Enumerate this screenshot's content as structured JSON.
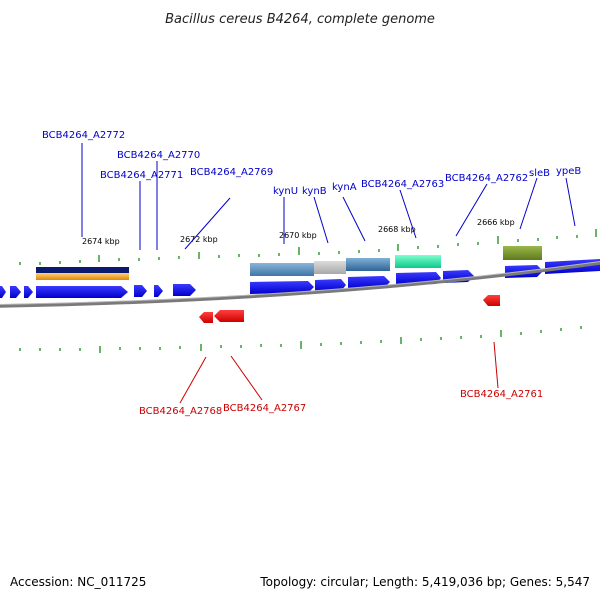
{
  "title": "Bacillus cereus B4264, complete genome",
  "footer": {
    "accession": "Accession: NC_011725",
    "summary": "Topology: circular; Length: 5,419,036 bp; Genes: 5,547"
  },
  "scale_labels": [
    "2674 kbp",
    "2672 kbp",
    "2670 kbp",
    "2668 kbp",
    "2666 kbp"
  ],
  "upper_labels": [
    "BCB4264_A2772",
    "BCB4264_A2770",
    "BCB4264_A2771",
    "BCB4264_A2769",
    "kynU",
    "kynB",
    "kynA",
    "BCB4264_A2763",
    "BCB4264_A2762",
    "sleB",
    "ypeB"
  ],
  "lower_labels": [
    "BCB4264_A2768",
    "BCB4264_A2767",
    "BCB4264_A2761"
  ],
  "colors": {
    "forward_gene": "#0000ee",
    "reverse_gene": "#ee0000",
    "backbone": "#808080",
    "tick": "#1a8a1a",
    "label_blue": "#0000cc",
    "label_red": "#cc0000"
  }
}
